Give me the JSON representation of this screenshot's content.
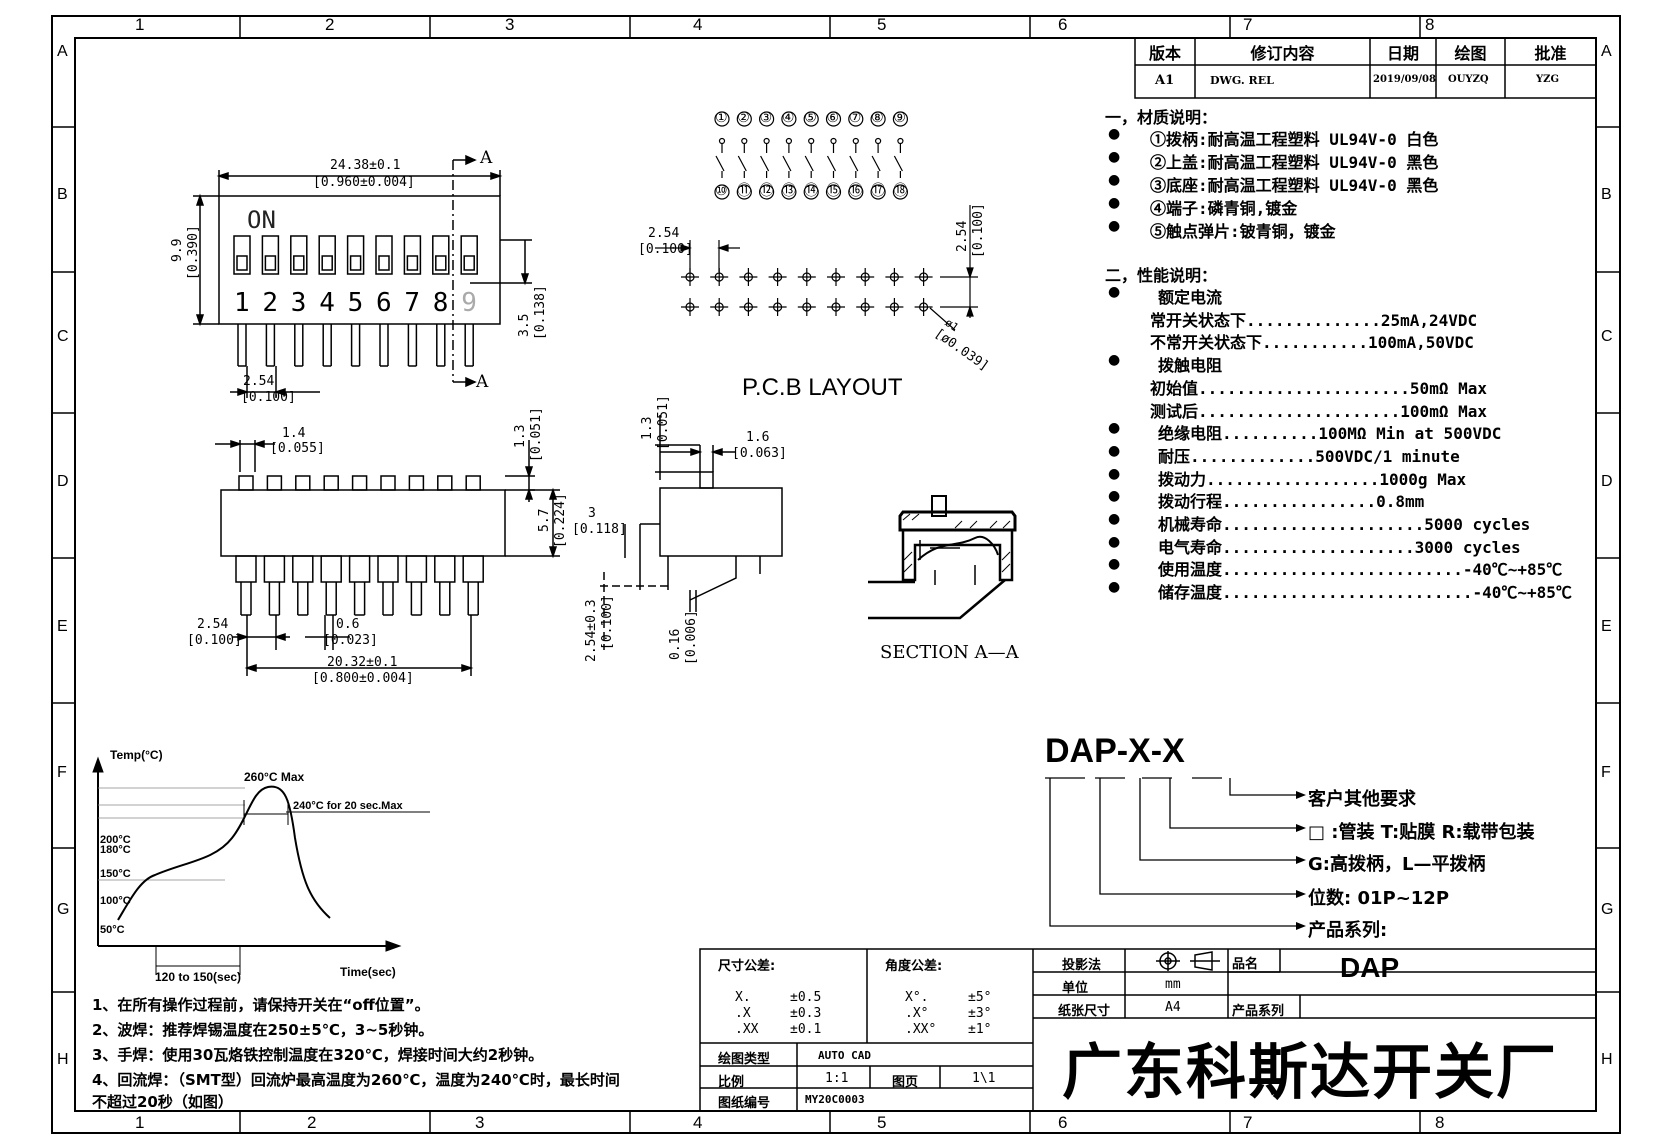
{
  "grid": {
    "columns": [
      "1",
      "2",
      "3",
      "4",
      "5",
      "6",
      "7",
      "8"
    ],
    "rows": [
      "A",
      "B",
      "C",
      "D",
      "E",
      "F",
      "G",
      "H"
    ]
  },
  "revision": {
    "headers": [
      "版本",
      "修订内容",
      "日期",
      "绘图",
      "批准"
    ],
    "row": [
      "A1",
      "DWG. REL",
      "2019/09/08",
      "OUYZQ",
      "YZG"
    ]
  },
  "materials": {
    "title": "一，材质说明：",
    "items": [
      "①拨柄:耐高温工程塑料 UL94V-0 白色",
      "②上盖:耐高温工程塑料 UL94V-0 黑色",
      "③底座:耐高温工程塑料 UL94V-0 黑色",
      "④端子:磷青铜,镀金",
      "⑤触点弹片:铍青铜，镀金"
    ]
  },
  "performance": {
    "title": "二，性能说明：",
    "lines": [
      {
        "text": "额定电流",
        "bullet": true,
        "indent": 1
      },
      {
        "text": "常开关状态下..............25mA,24VDC",
        "bullet": false,
        "indent": 0
      },
      {
        "text": "不常开关状态下...........100mA,50VDC",
        "bullet": false,
        "indent": 0
      },
      {
        "text": "拨触电阻",
        "bullet": true,
        "indent": 1
      },
      {
        "text": "初始值......................50mΩ Max",
        "bullet": false,
        "indent": 0
      },
      {
        "text": "测试后.....................100mΩ Max",
        "bullet": false,
        "indent": 0
      },
      {
        "text": "绝缘电阻..........100MΩ Min at 500VDC",
        "bullet": true,
        "indent": 1
      },
      {
        "text": "耐压.............500VDC/1 minute",
        "bullet": true,
        "indent": 1
      },
      {
        "text": "拨动力..................1000g Max",
        "bullet": true,
        "indent": 1
      },
      {
        "text": "拨动行程................0.8mm",
        "bullet": true,
        "indent": 1
      },
      {
        "text": "机械寿命.....................5000 cycles",
        "bullet": true,
        "indent": 1
      },
      {
        "text": "电气寿命....................3000 cycles",
        "bullet": true,
        "indent": 1
      },
      {
        "text": "使用温度.........................-40℃~+85℃",
        "bullet": true,
        "indent": 1
      },
      {
        "text": "储存温度..........................-40℃~+85℃",
        "bullet": true,
        "indent": 1
      }
    ]
  },
  "drawing": {
    "top_view": {
      "on_label": "ON",
      "numbers": [
        "1",
        "2",
        "3",
        "4",
        "5",
        "6",
        "7",
        "8",
        "9"
      ],
      "width_mm": "24.38±0.1",
      "width_in": "[0.960±0.004]",
      "height_mm": "9.9",
      "height_in": "[0.390]",
      "pin_len_mm": "3.5",
      "pin_len_in": "[0.138]",
      "pitch_mm": "2.54",
      "pitch_in": "[0.100]",
      "section_a": "A"
    },
    "side_view": {
      "act_w_mm": "1.4",
      "act_w_in": "[0.055]",
      "act_h_mm": "1.3",
      "act_h_in": "[0.051]",
      "body_h_mm": "5.7",
      "body_h_in": "[0.224]",
      "pitch_mm": "2.54",
      "pitch_in": "[0.100]",
      "pin_w_mm": "0.6",
      "pin_w_in": "[0.023]",
      "span_mm": "20.32±0.1",
      "span_in": "[0.800±0.004]"
    },
    "end_view": {
      "act_h_mm": "1.3",
      "act_h_in": "[0.051]",
      "act_w_mm": "1.6",
      "act_w_in": "[0.063]",
      "body_mm": "3",
      "body_in": "[0.118]",
      "row_mm": "2.54±0.3",
      "row_in": "[0.100]",
      "thk_mm": "0.16",
      "thk_in": "[0.006]"
    },
    "schematic": {
      "top_pins": [
        "①",
        "②",
        "③",
        "④",
        "⑤",
        "⑥",
        "⑦",
        "⑧",
        "⑨"
      ],
      "bottom_pins": [
        "⑩",
        "⑪",
        "⑫",
        "⑬",
        "⑭",
        "⑮",
        "⑯",
        "⑰",
        "⑱"
      ]
    },
    "pcb": {
      "pitch_mm": "2.54",
      "pitch_in": "[0.100]",
      "row_mm": "2.54",
      "row_in": "[0.100]",
      "hole_mm": "ø1",
      "hole_in": "[ø0.039]",
      "title": "P.C.B LAYOUT"
    },
    "section_title": "SECTION A—A"
  },
  "reflow": {
    "y_label": "Temp(°C)",
    "x_label": "Time(sec)",
    "peak": "260°C Max",
    "hold": "240°C for 20 sec.Max",
    "ticks": [
      "200°C",
      "180°C",
      "150°C",
      "100°C",
      "50°C"
    ],
    "duration": "120 to 150(sec)"
  },
  "part_number": {
    "code": "DAP-X-X",
    "items": [
      "客户其他要求",
      "□ :管装  T:贴膜   R:载带包装",
      "G:高拨柄，L—平拨柄",
      "位数: 01P~12P",
      "产品系列:"
    ]
  },
  "notes": [
    "1、在所有操作过程前，请保持开关在“off位置”。",
    "2、波焊：推荐焊锡温度在250±5℃，3~5秒钟。",
    "3、手焊：使用30瓦烙铁控制温度在320℃，焊接时间大约2秒钟。",
    "4、回流焊：（SMT型）回流炉最高温度为260℃，温度为240℃时，最长时间",
    "不超过20秒（如图）"
  ],
  "title_block": {
    "dim_tol_label": "尺寸公差:",
    "dim_tols": [
      [
        "X.",
        "±0.5"
      ],
      [
        ".X",
        "±0.3"
      ],
      [
        ".XX",
        "±0.1"
      ]
    ],
    "ang_tol_label": "角度公差:",
    "ang_tols": [
      [
        "X°.",
        "±5°"
      ],
      [
        ".X°",
        "±3°"
      ],
      [
        ".XX°",
        "±1°"
      ]
    ],
    "projection_label": "投影法",
    "unit_label": "单位",
    "unit_value": "mm",
    "paper_label": "纸张尺寸",
    "paper_value": "A4",
    "name_label": "品名",
    "name_value": "DAP",
    "series_label": "产品系列",
    "software_label": "绘图类型",
    "software_value": "AUTO CAD",
    "scale_label": "比例",
    "scale_value": "1:1",
    "page_label": "图页",
    "page_value": "1\\1",
    "dwg_label": "图纸编号",
    "dwg_value": "MY20C0003",
    "company": "广东科斯达开关厂"
  }
}
